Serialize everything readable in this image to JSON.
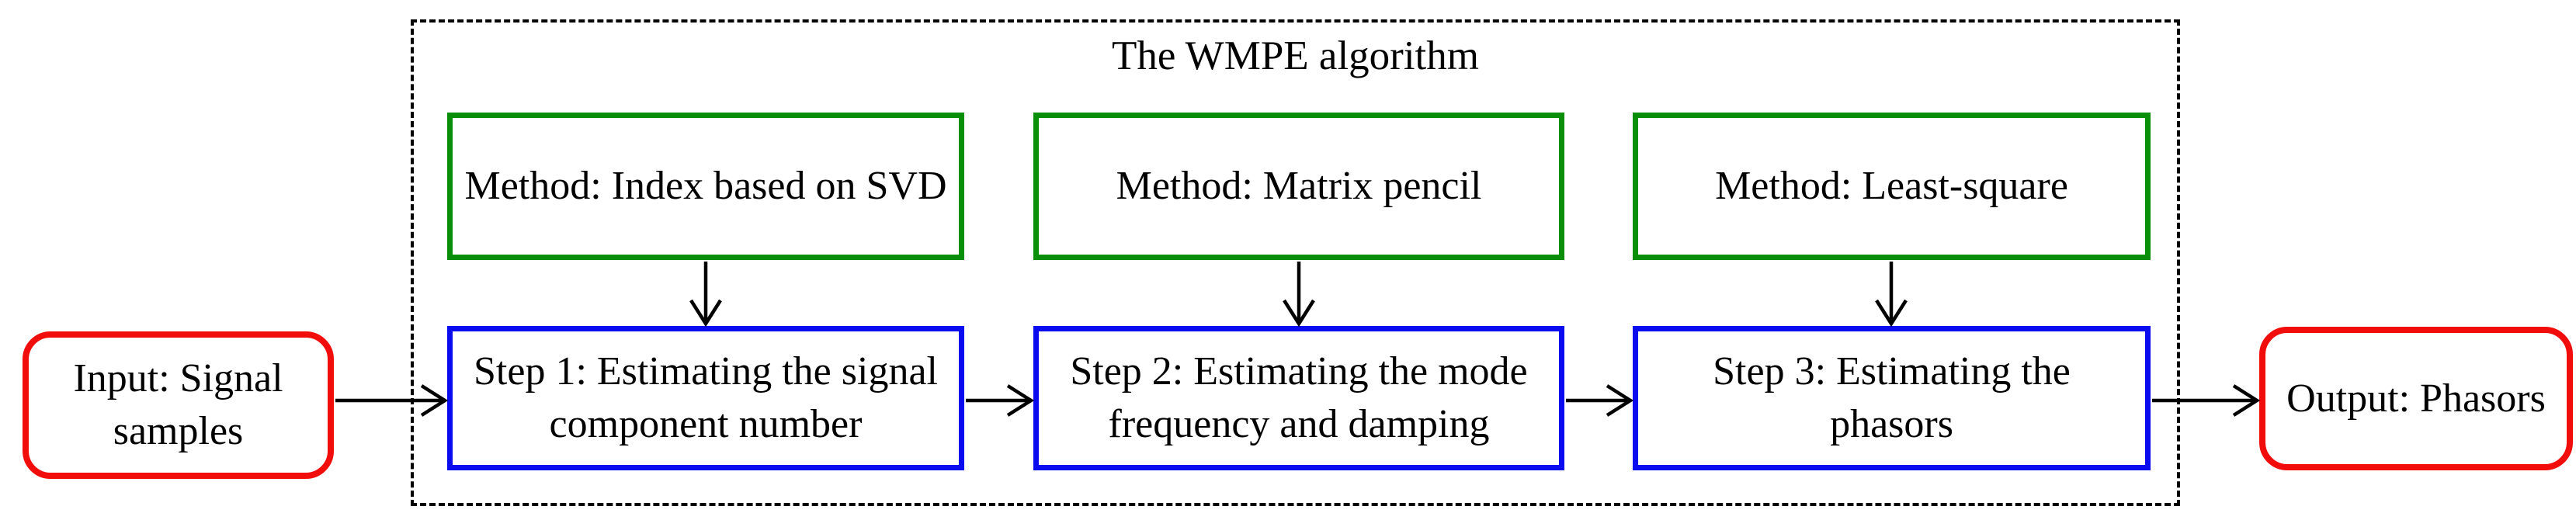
{
  "diagram": {
    "title": "The WMPE algorithm",
    "input_box": {
      "id": "input",
      "label": "Input: Signal samples"
    },
    "output_box": {
      "id": "output",
      "label": "Output: Phasors"
    },
    "method_boxes": [
      {
        "id": "method-svd",
        "label": "Method: Index based on SVD"
      },
      {
        "id": "method-matrix-pencil",
        "label": "Method: Matrix pencil"
      },
      {
        "id": "method-least-square",
        "label": "Method: Least-square"
      }
    ],
    "step_boxes": [
      {
        "id": "step-1",
        "label": "Step 1: Estimating the signal component number"
      },
      {
        "id": "step-2",
        "label": "Step 2: Estimating the mode frequency and damping"
      },
      {
        "id": "step-3",
        "label": "Step 3: Estimating the phasors"
      }
    ],
    "connections": [
      {
        "from": "input",
        "to": "step-1"
      },
      {
        "from": "method-svd",
        "to": "step-1"
      },
      {
        "from": "method-matrix-pencil",
        "to": "step-2"
      },
      {
        "from": "method-least-square",
        "to": "step-3"
      },
      {
        "from": "step-1",
        "to": "step-2"
      },
      {
        "from": "step-2",
        "to": "step-3"
      },
      {
        "from": "step-3",
        "to": "output"
      }
    ],
    "colors": {
      "io_border": "#f20d0d",
      "method_border": "#0a8f0a",
      "step_border": "#0b0bf0",
      "container_border": "#000000",
      "arrow": "#000000",
      "text": "#000000",
      "background": "#ffffff"
    }
  }
}
